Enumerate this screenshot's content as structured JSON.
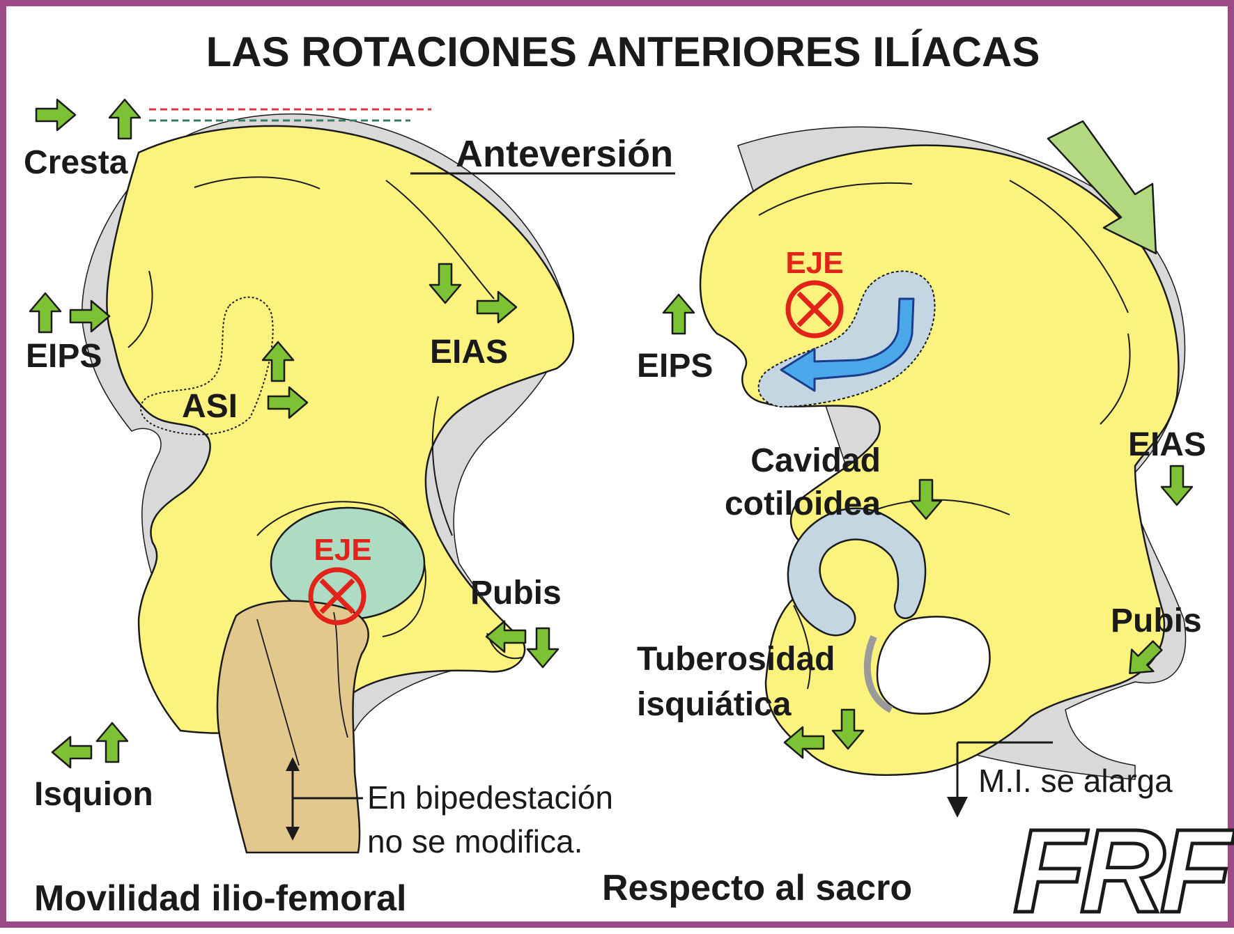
{
  "title": "LAS ROTACIONES ANTERIORES  ILÍACAS",
  "left_panel": {
    "heading": "Anteversión",
    "labels": {
      "cresta": "Cresta",
      "eips": "EIPS",
      "eias": "EIAS",
      "asi": "ASI",
      "pubis": "Pubis",
      "isquion": "Isquion",
      "eje": "EJE"
    },
    "note_line1": "En bipedestación",
    "note_line2": "no se modifica.",
    "caption": "Movilidad ilio-femoral"
  },
  "right_panel": {
    "labels": {
      "eje": "EJE",
      "eips": "EIPS",
      "eias": "EIAS",
      "cavidad_line1": "Cavidad",
      "cavidad_line2": "cotiloidea",
      "pubis": "Pubis",
      "tuberosidad_line1": "Tuberosidad",
      "tuberosidad_line2": "isquiática"
    },
    "note": "M.I. se alarga",
    "caption": "Respecto al sacro"
  },
  "logo": "FRF",
  "colors": {
    "border": "#9b4a86",
    "bone": "#fbf37e",
    "shadow": "#d9d9d9",
    "arrow_green": "#7cc234",
    "light_green_arrow": "#b2d880",
    "axis_red": "#e2231a",
    "femur": "#e2c88c",
    "femoral_head": "#aedbc3",
    "acetabulum": "#c3d6e2",
    "blue_arrow": "#4aa8ea"
  }
}
